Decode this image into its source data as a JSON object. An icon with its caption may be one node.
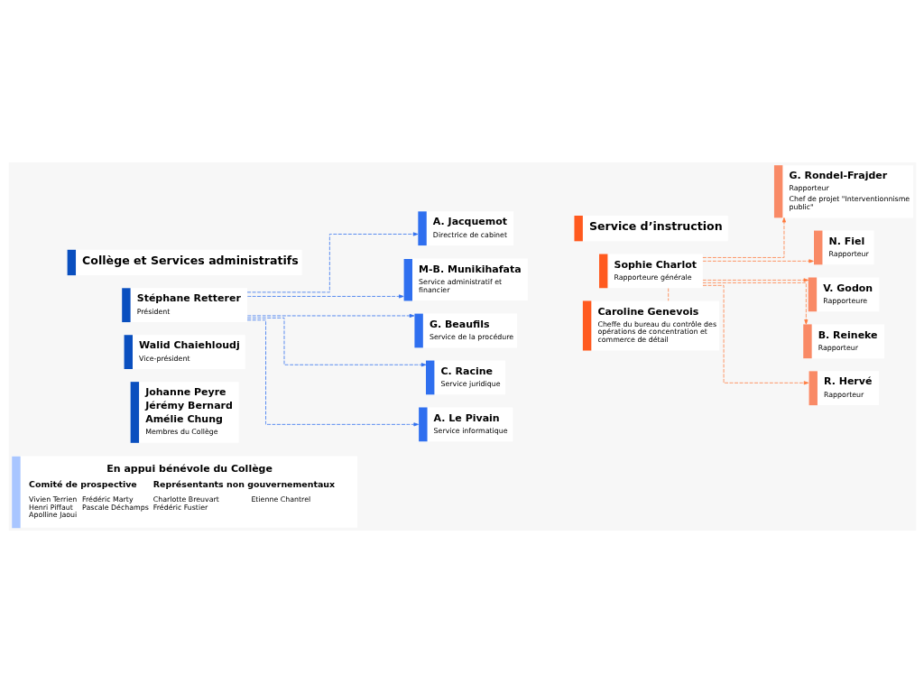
{
  "diagram": {
    "nodes": [
      {
        "text": [
          "Collège et Services administratifs"
        ]
      },
      {
        "text": [
          "Stéphane Retterer",
          "Président"
        ]
      },
      {
        "text": [
          "Walid Chaiehloudj",
          "Vice-président"
        ]
      },
      {
        "text": [
          "Johanne Peyre",
          "Jérémy Bernard",
          "Amélie Chung",
          "Membres du Collège"
        ]
      },
      {
        "text": [
          "A. Jacquemot",
          "Directrice de cabinet"
        ]
      },
      {
        "text": [
          "M-B. Munikihafata",
          "Service administratif et financier"
        ]
      },
      {
        "text": [
          "G. Beaufils",
          "Service de la procédure"
        ]
      },
      {
        "text": [
          "C. Racine",
          "Service juridique"
        ]
      },
      {
        "text": [
          "A. Le Pivain",
          "Service informatique"
        ]
      },
      {
        "text": [
          "En appui bénévole du Collège",
          "Comité de prospective",
          "Représentants non gouvernementaux",
          "Vivien Terrien",
          "Henri Piffaut",
          "Apolline Jaoui",
          "Frédéric Marty",
          "Pascale Déchamps",
          "Charlotte Breuvart",
          "Frédéric Fustier",
          "Etienne Chantrel"
        ]
      },
      {
        "text": [
          "Service d’instruction"
        ]
      },
      {
        "text": [
          "Sophie Charlot",
          "Rapporteure générale"
        ]
      },
      {
        "text": [
          "Caroline Genevois",
          "Cheffe du bureau du contrôle des opérations de concentration et commerce de détail"
        ]
      },
      {
        "text": [
          "G. Rondel-Frajder",
          "Rapporteur",
          "Chef de projet \"Interventionnisme public\""
        ]
      },
      {
        "text": [
          "N. Fiel",
          "Rapporteur"
        ]
      },
      {
        "text": [
          "V. Godon",
          "Rapporteure"
        ]
      },
      {
        "text": [
          "B. Reineke",
          "Rapporteur"
        ]
      },
      {
        "text": [
          "R. Hervé",
          "Rapporteur"
        ]
      }
    ],
    "edges": [
      {
        "from": 1,
        "to": 4,
        "arrow": "to",
        "style": "dashed",
        "color": "#2f6fef"
      },
      {
        "from": 1,
        "to": 5,
        "arrow": "to",
        "style": "dashed",
        "color": "#2f6fef"
      },
      {
        "from": 1,
        "to": 6,
        "arrow": "to",
        "style": "dashed",
        "color": "#2f6fef"
      },
      {
        "from": 1,
        "to": 7,
        "arrow": "to",
        "style": "dashed",
        "color": "#2f6fef"
      },
      {
        "from": 1,
        "to": 8,
        "arrow": "to",
        "style": "dashed",
        "color": "#2f6fef"
      },
      {
        "from": 11,
        "to": 12,
        "arrow": "none",
        "style": "dashed",
        "color": "#ff7a3d"
      },
      {
        "from": 11,
        "to": 13,
        "arrow": "to",
        "style": "dashed",
        "color": "#ff7a3d"
      },
      {
        "from": 11,
        "to": 14,
        "arrow": "to",
        "style": "dashed",
        "color": "#ff7a3d"
      },
      {
        "from": 11,
        "to": 15,
        "arrow": "to",
        "style": "dashed",
        "color": "#ff7a3d"
      },
      {
        "from": 11,
        "to": 16,
        "arrow": "to",
        "style": "dashed",
        "color": "#ff7a3d"
      },
      {
        "from": 11,
        "to": 17,
        "arrow": "to",
        "style": "dashed",
        "color": "#ff7a3d"
      }
    ]
  }
}
